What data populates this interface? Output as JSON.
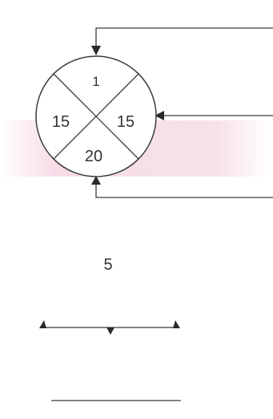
{
  "node": {
    "top": "1",
    "left": "15",
    "right": "15",
    "bottom": "20"
  },
  "label": "5"
}
